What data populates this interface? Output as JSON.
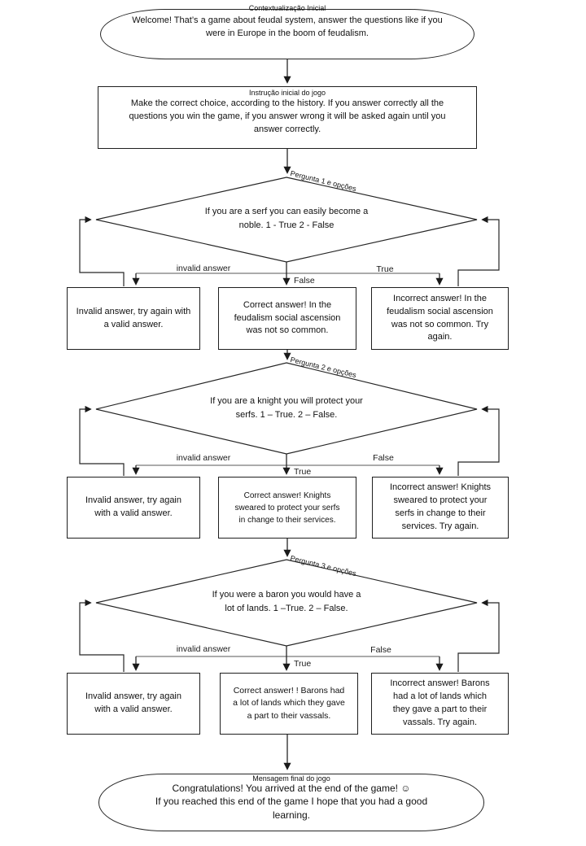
{
  "diagram": {
    "title_domain": "Feudalism quiz game flowchart",
    "colors": {
      "line": "#262626",
      "branch_bar": "#8f8f8f",
      "text": "#111111",
      "background": "#ffffff"
    },
    "start": {
      "tag": "Contextualização Inicial",
      "text": "Welcome! That’s a game about feudal system, answer the questions like if you\nwere in Europe in the boom of feudalism."
    },
    "instruction": {
      "tag": "Instrução inicial do jogo",
      "text": "Make the correct choice, according to the history. If you answer correctly all the\nquestions you win the game, if you answer wrong it will be asked again until you\nanswer correctly."
    },
    "questions": [
      {
        "tag": "Pergunta 1 e opções",
        "question": "If you are a serf you can easily become a\nnoble. 1 - True 2 - False",
        "left_label": "invalid answer",
        "center_label": "False",
        "right_label": "True",
        "left_box": "Invalid answer, try again with\na valid answer.",
        "center_box": "Correct answer! In the\nfeudalism social ascension\nwas not so common.",
        "right_box": "Incorrect answer! In the\nfeudalism social ascension\nwas not so common. Try\nagain."
      },
      {
        "tag": "Pergunta 2 e opções",
        "question": "If you are a knight you will protect your\nserfs. 1 – True. 2 – False.",
        "left_label": "invalid answer",
        "center_label": "True",
        "right_label": "False",
        "left_box": "Invalid answer, try again\nwith a valid answer.",
        "center_box": "Correct answer! Knights\nsweared to protect your serfs\nin change to their services.",
        "right_box": "Incorrect answer! Knights\nsweared to protect your\nserfs in change to their\nservices. Try again."
      },
      {
        "tag": "Pergunta 3 e opções",
        "question": "If you were a baron you would have a\nlot of lands. 1 –True. 2 – False.",
        "left_label": "invalid answer",
        "center_label": "True",
        "right_label": "False",
        "left_box": "Invalid answer, try again\nwith a valid answer.",
        "center_box": "Correct answer! ! Barons had\na lot of lands which they gave\na part to their vassals.",
        "right_box": "Incorrect answer! Barons\nhad a lot of lands which\nthey gave a part to their\nvassals. Try again."
      }
    ],
    "end": {
      "tag": "Mensagem final do jogo",
      "text": "Congratulations! You arrived at the end of the game! ☺\nIf you reached this end of the game I hope that you had a good\nlearning."
    }
  }
}
